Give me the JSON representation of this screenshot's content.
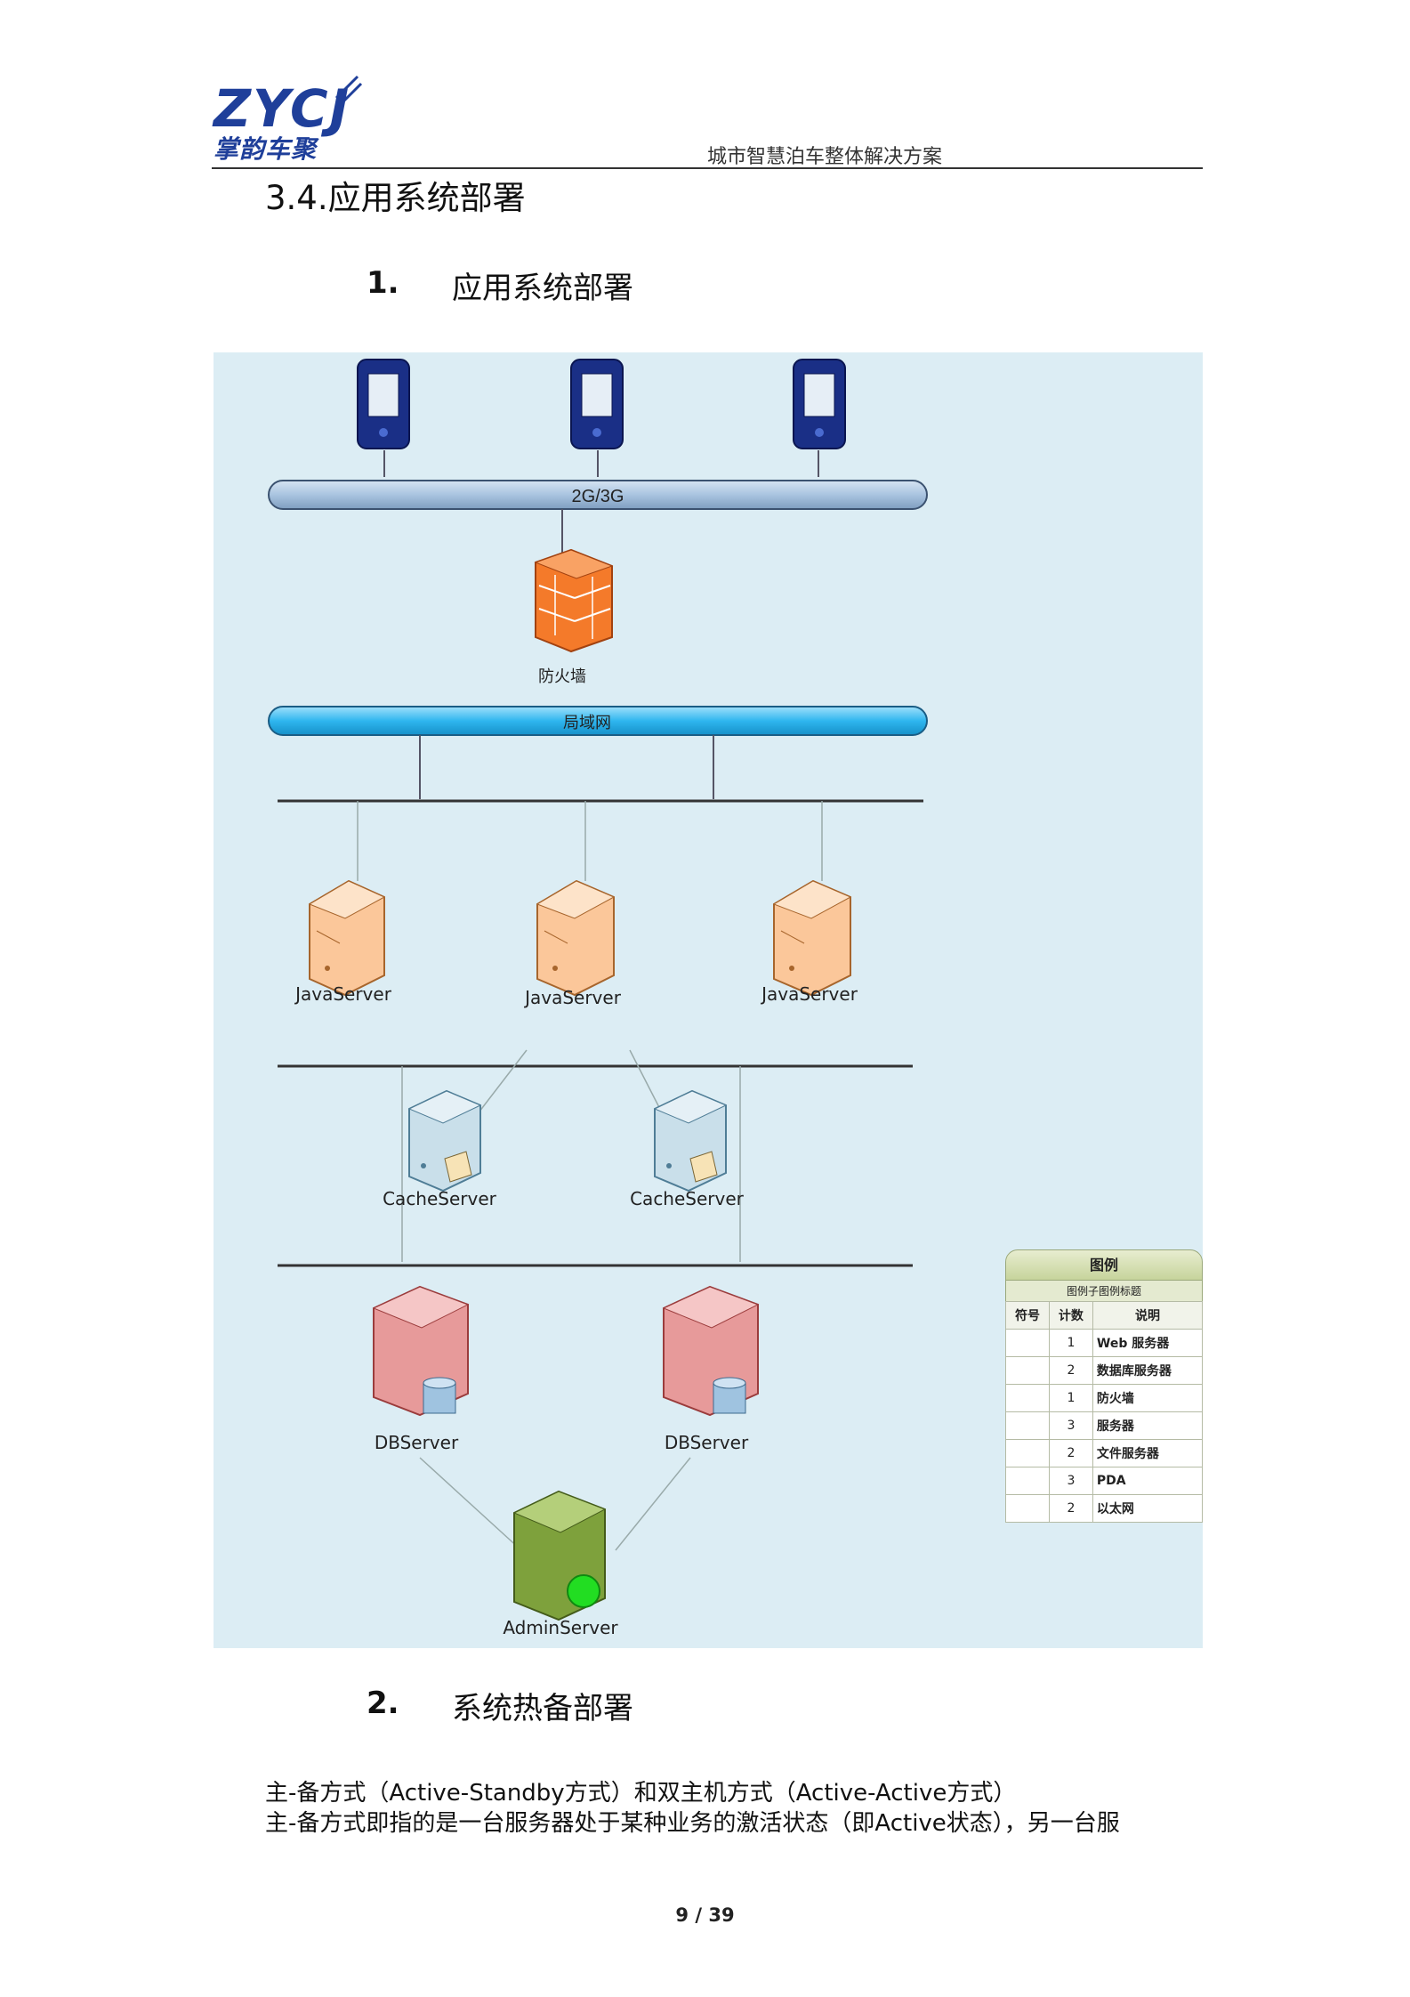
{
  "header": {
    "logo_text": "ZYCJ",
    "logo_sub": "掌韵车聚",
    "doc_title": "城市智慧泊车整体解决方案"
  },
  "section": {
    "heading": "3.4.应用系统部署"
  },
  "subsections": [
    {
      "num": "1.",
      "title": "应用系统部署"
    },
    {
      "num": "2.",
      "title": "系统热备部署"
    }
  ],
  "diagram": {
    "network_2g3g": "2G/3G",
    "firewall_label": "防火墙",
    "network_internal": "局域网",
    "java_server_label": "JavaServer",
    "cache_server_label": "CacheServer",
    "db_server_label": "DBServer",
    "admin_server_label": "AdminServer",
    "colors": {
      "background": "#dcedf4",
      "bus_2g3g": "#a9c4e0",
      "bus_internal": "#2fb6ef",
      "firewall": "#f47a2a",
      "java_server": "#fbc79a",
      "cache_server": "#c9dfea",
      "db_server": "#e79a9a",
      "admin_server": "#7ea13c",
      "status_dot": "#22dd22",
      "device": "#1a2f86"
    }
  },
  "legend": {
    "title": "图例",
    "subtitle": "图例子图例标题",
    "columns": [
      "符号",
      "计数",
      "说明"
    ],
    "rows": [
      {
        "count": "1",
        "desc": "Web 服务器"
      },
      {
        "count": "2",
        "desc": "数据库服务器"
      },
      {
        "count": "1",
        "desc": "防火墙"
      },
      {
        "count": "3",
        "desc": "服务器"
      },
      {
        "count": "2",
        "desc": "文件服务器"
      },
      {
        "count": "3",
        "desc": "PDA"
      },
      {
        "count": "2",
        "desc": "以太网"
      }
    ]
  },
  "body_text": {
    "line1": "主-备方式（Active-Standby方式）和双主机方式（Active-Active方式）",
    "line2": "主-备方式即指的是一台服务器处于某种业务的激活状态（即Active状态），另一台服"
  },
  "footer": {
    "page": "9 / 39"
  }
}
